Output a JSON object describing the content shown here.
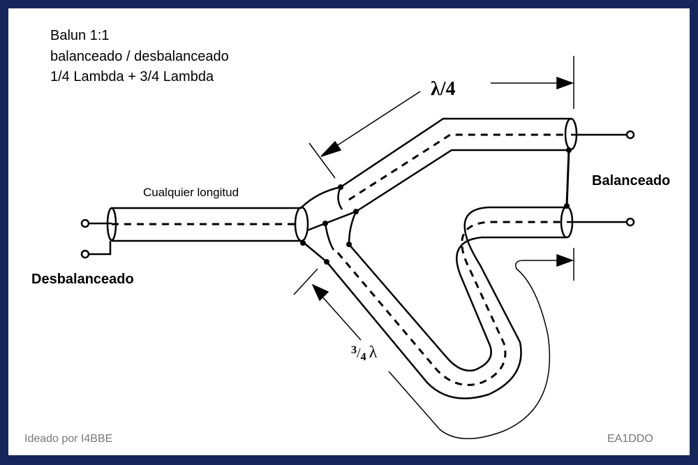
{
  "title_lines": [
    "Balun 1:1",
    "balanceado / desbalanceado",
    "1/4 Lambda + 3/4 Lambda"
  ],
  "labels": {
    "any_length": "Cualquier longitud",
    "unbalanced": "Desbalanceado",
    "balanced": "Balanceado",
    "quarter_lambda": "λ/4",
    "three_quarter_num": "3",
    "three_quarter_den": "4",
    "lambda": "λ"
  },
  "credits": {
    "author": "Ideado por I4BBE",
    "signature": "EA1DDO"
  },
  "colors": {
    "frame": "#17265a",
    "credit_text": "#777777"
  }
}
